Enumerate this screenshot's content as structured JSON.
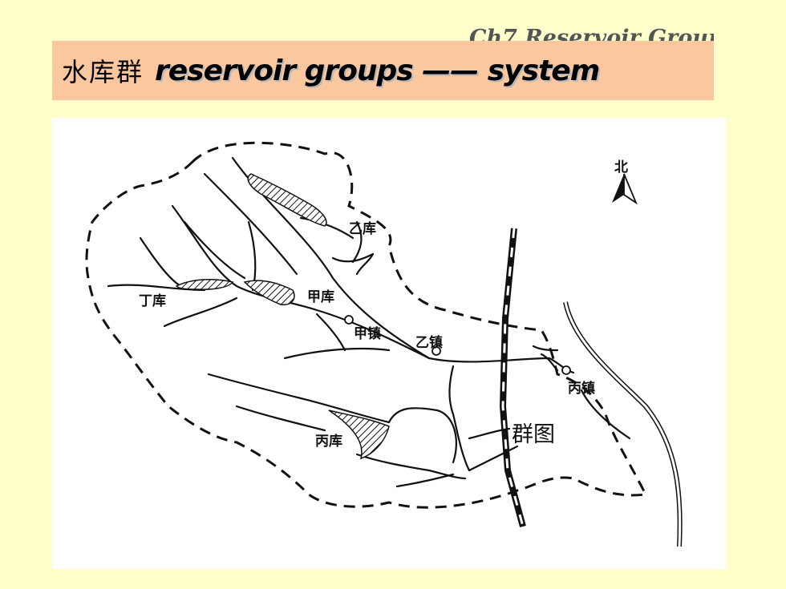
{
  "header": {
    "chapter": "Ch7 Reservoir Groups",
    "title_cn": "水库群",
    "title_en": "reservoir groups —— system"
  },
  "map": {
    "north": "北",
    "reservoirs": {
      "yi": "乙库",
      "jia": "甲库",
      "ding": "丁库",
      "bing": "丙库"
    },
    "towns": {
      "jia": "甲镇",
      "yi": "乙镇",
      "bing": "丙镇"
    },
    "caption": "群图"
  },
  "colors": {
    "background": "#ffffcc",
    "title_bar": "#fbc79e",
    "map_panel": "#ffffff",
    "ink": "#111111"
  }
}
